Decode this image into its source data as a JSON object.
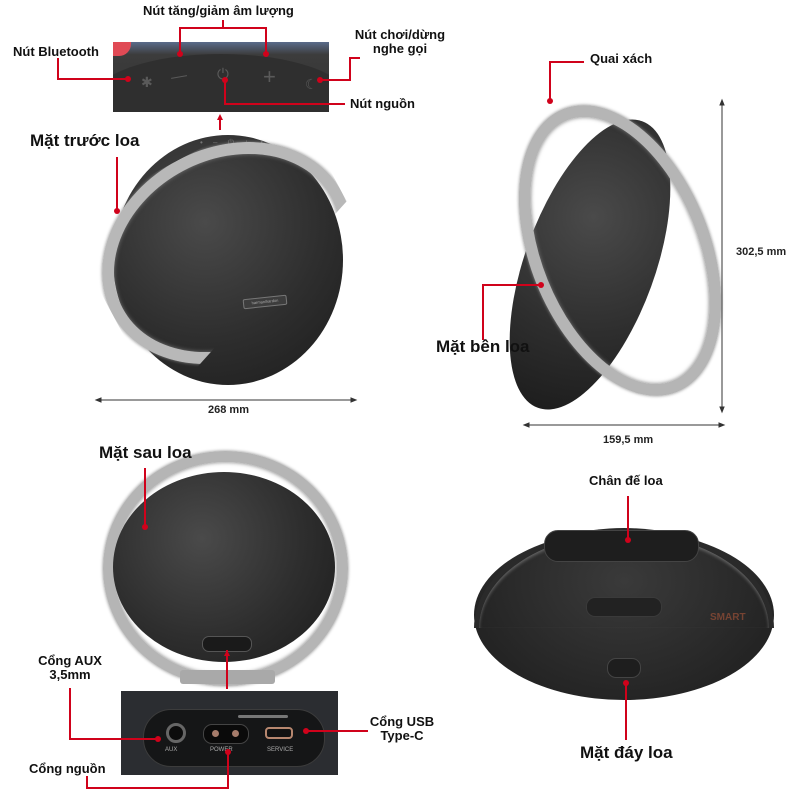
{
  "diagram": {
    "subject": "Harman Kardon Onyx Studio speaker parts diagram",
    "accent_color": "#d0021b",
    "fabric_color": "#2e2e2e",
    "handle_color": "#b9b9b9"
  },
  "top_controls": {
    "labels": {
      "volume": "Nút tăng/giảm âm lượng",
      "bluetooth": "Nút Bluetooth",
      "play_pause": "Nút chơi/dừng",
      "play_pause_line2": "nghe gọi",
      "power": "Nút nguồn"
    },
    "buttons": [
      {
        "icon": "bluetooth-icon",
        "glyph": "✱"
      },
      {
        "icon": "minus-icon",
        "glyph": "—"
      },
      {
        "icon": "power-icon",
        "glyph": "⏻"
      },
      {
        "icon": "plus-icon",
        "glyph": "+"
      },
      {
        "icon": "phone-icon",
        "glyph": "☾"
      }
    ]
  },
  "front_view": {
    "label": "Mặt trước loa",
    "width_dimension": "268 mm",
    "brand_plate": "harman/kardon"
  },
  "side_view": {
    "handle_label": "Quai xách",
    "side_label": "Mặt bên loa",
    "height_dimension": "302,5 mm",
    "depth_dimension": "159,5 mm"
  },
  "back_view": {
    "label": "Mặt sau loa",
    "aux_label": "Cổng AUX",
    "aux_label_line2": "3,5mm",
    "power_port_label": "Cổng nguồn",
    "usb_label": "Cổng USB",
    "usb_label_line2": "Type-C",
    "ports": [
      {
        "name": "AUX"
      },
      {
        "name": "POWER"
      },
      {
        "name": "SERVICE"
      }
    ]
  },
  "bottom_view": {
    "stand_label": "Chân đế loa",
    "bottom_label": "Mặt đáy loa",
    "watermark": "SMART"
  }
}
